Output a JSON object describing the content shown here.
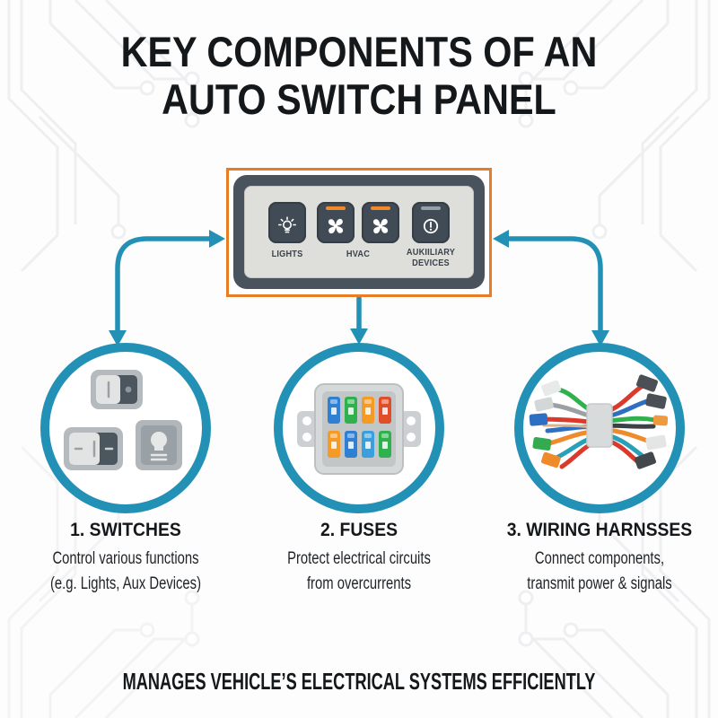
{
  "title": {
    "line1": "KEY COMPONENTS OF AN",
    "line2": "AUTO SWITCH PANEL"
  },
  "panel": {
    "labels": {
      "lights": "LIGHTS",
      "hvac": "HVAC",
      "aux_line1": "AUKIILIARY",
      "aux_line2": "DEVICES"
    },
    "buttons": [
      {
        "icon": "bulb-icon",
        "function": "lights",
        "indicator": "none"
      },
      {
        "icon": "fan-icon",
        "function": "hvac",
        "indicator": "#ef8b2b"
      },
      {
        "icon": "fan-icon",
        "function": "hvac",
        "indicator": "#ef8b2b"
      },
      {
        "icon": "power-icon",
        "function": "auxiliary devices",
        "indicator": "#93a1ab"
      }
    ]
  },
  "sections": [
    {
      "heading": "1. SWITCHES",
      "desc_line1": "Control various functions",
      "desc_line2": "(e.g. Lights, Aux Devices)"
    },
    {
      "heading": "2. FUSES",
      "desc_line1": "Protect electrical circuits",
      "desc_line2": "from overcurrents"
    },
    {
      "heading": "3. WIRING HARNSSES",
      "desc_line1": "Connect components,",
      "desc_line2": "transmit power & signals"
    }
  ],
  "footer": {
    "tagline": "MANAGES VEHICLE’S ELECTRICAL SYSTEMS EFFICIENTLY"
  },
  "illustrations": {
    "circle1": "rocker-switches",
    "circle2": "fuse-box",
    "circle3": "wiring-harness"
  },
  "colors": {
    "accent_teal": "#2291b5",
    "accent_orange": "#e87d26",
    "panel_dark": "#49535e",
    "panel_face": "#dedfdb",
    "button_dark": "#414b55",
    "text_dark": "#15181b",
    "fuse_blue": "#2f7fd3",
    "fuse_green": "#2fb14d",
    "fuse_orange": "#f49a26",
    "fuse_red": "#e04e29"
  }
}
